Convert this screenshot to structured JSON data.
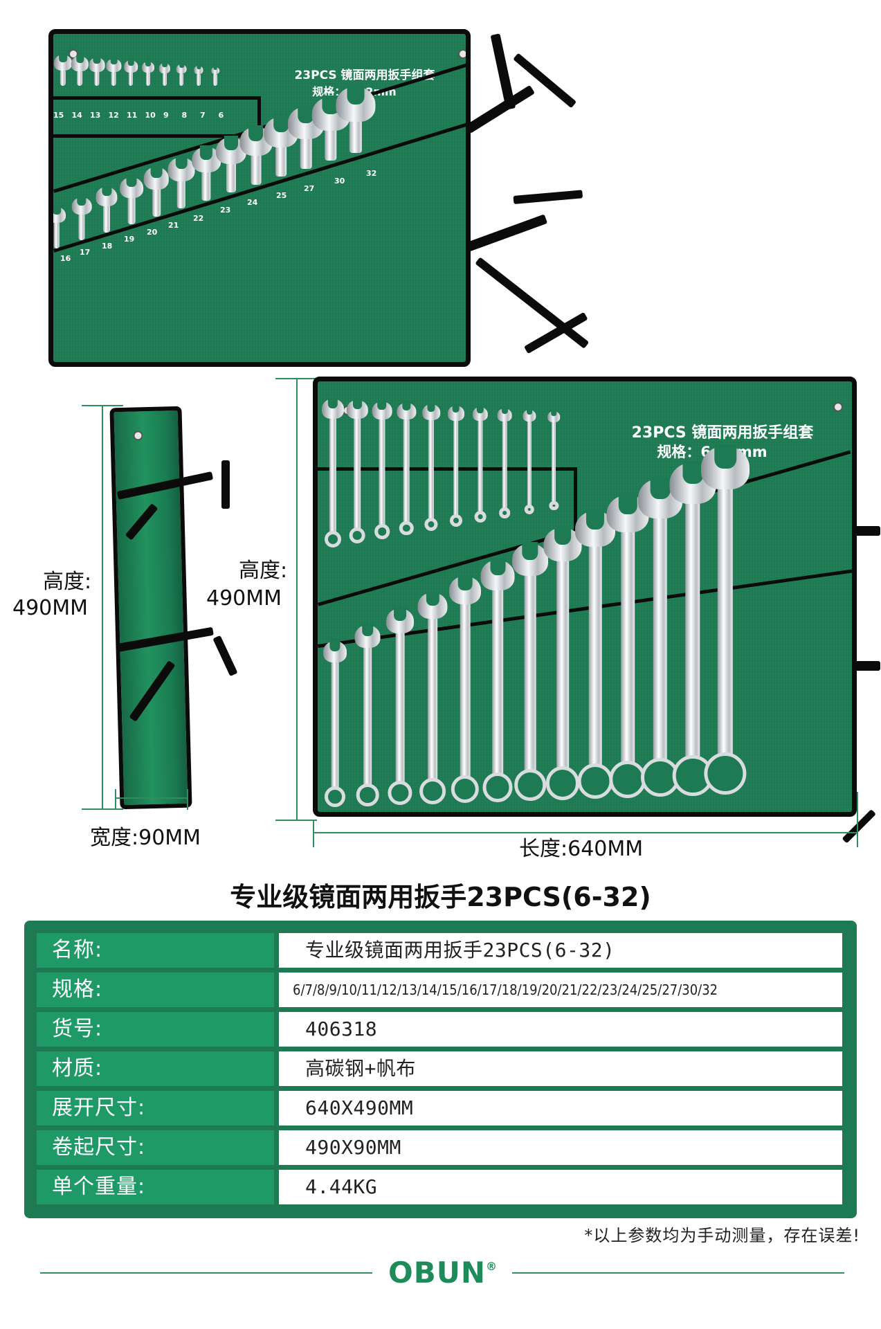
{
  "roll_top": {
    "heading": "23PCS 镜面两用扳手组套",
    "spec": "规格：6-32mm",
    "top_row_sizes": [
      "15",
      "14",
      "13",
      "12",
      "11",
      "10",
      "9",
      "8",
      "7",
      "6"
    ],
    "bottom_row_sizes": [
      "16",
      "17",
      "18",
      "19",
      "20",
      "21",
      "22",
      "23",
      "24",
      "25",
      "27",
      "30",
      "32"
    ]
  },
  "roll_main": {
    "heading": "23PCS 镜面两用扳手组套",
    "spec": "规格：6-32mm"
  },
  "dimensions": {
    "height_label_left": "高度:",
    "height_value_left": "490MM",
    "height_label_right": "高度:",
    "height_value_right": "490MM",
    "width": "宽度:90MM",
    "length": "长度:640MM"
  },
  "title": "专业级镜面两用扳手23PCS(6-32)",
  "specs": [
    {
      "key": "名称:",
      "value": "专业级镜面两用扳手23PCS(6-32)"
    },
    {
      "key": "规格:",
      "value": "6/7/8/9/10/11/12/13/14/15/16/17/18/19/20/21/22/23/24/25/27/30/32"
    },
    {
      "key": "货号:",
      "value": "406318"
    },
    {
      "key": "材质:",
      "value": "高碳钢+帆布"
    },
    {
      "key": "展开尺寸:",
      "value": "640X490MM"
    },
    {
      "key": "卷起尺寸:",
      "value": "490X90MM"
    },
    {
      "key": "单个重量:",
      "value": "4.44KG"
    }
  ],
  "disclaimer": "*以上参数均为手动测量，存在误差!",
  "brand": {
    "name": "OBUN",
    "mark": "®"
  },
  "colors": {
    "green": "#1d7a52",
    "key_green": "#1f9a66",
    "line_green": "#2f8d60"
  }
}
